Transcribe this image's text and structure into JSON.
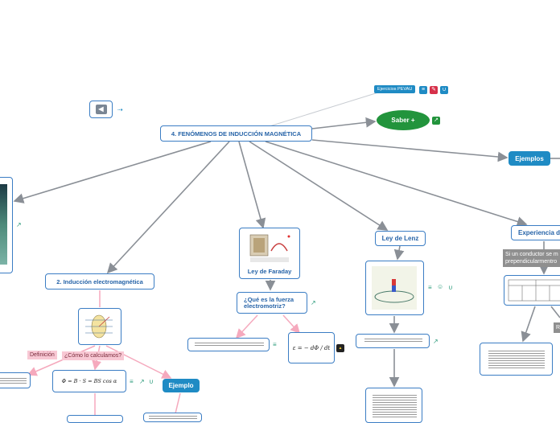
{
  "main_topic": "4. FENÓMENOS DE INDUCCIÓN MAGNÉTICA",
  "ejercicios_label": "Ejercicios PEVAU",
  "saber_mas": "Saber +",
  "ejemplos": "Ejemplos",
  "induccion": "2. Inducción electromagnética",
  "faraday": "Ley de Faraday",
  "que_es": "¿Qué es la fuerza electromotriz?",
  "lenz": "Ley de Lenz",
  "experiencia": "Experiencia d",
  "conductor_note_1": "Si un conductor se m",
  "conductor_note_2": "prependicularmentro",
  "definicion": "Definición",
  "como": "¿Cómo lo calculamos?",
  "ejemplo": "Ejemplo",
  "flux_formula": "Φ = B · S = BS cos α",
  "emf_formula": "ε = − dΦ / dt",
  "grey_small": "R",
  "colors": {
    "node_border": "#3b7dc4",
    "node_text": "#2764a8",
    "blue_fill": "#1f8bc4",
    "green": "#22943c",
    "pink": "#f8c8d4",
    "edge_grey": "#8a8f96",
    "edge_pink": "#f5a9bd"
  },
  "icons": [
    "back-arrow-icon",
    "link-icon",
    "notes-icon",
    "attachment-icon",
    "user-icon",
    "external-link-icon"
  ]
}
